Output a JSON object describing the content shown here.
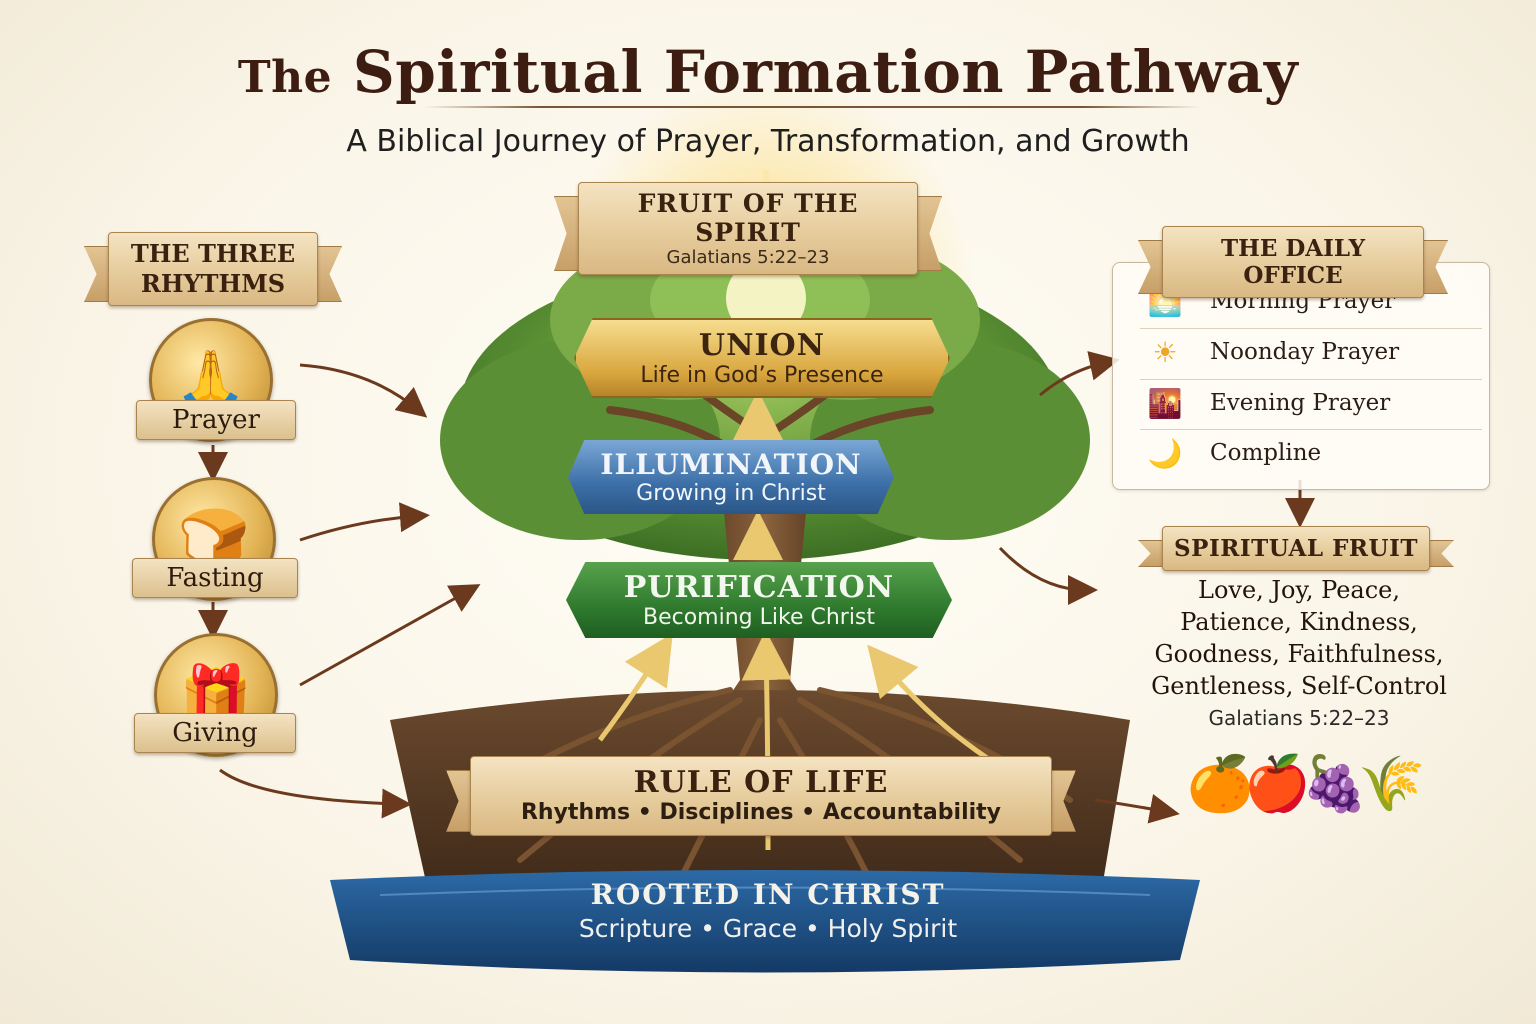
{
  "title": {
    "prefix": "The",
    "main": "Spiritual Formation Pathway"
  },
  "subtitle": "A Biblical Journey of Prayer, Transformation, and Growth",
  "fruit_of_spirit": {
    "title": "FRUIT OF THE SPIRIT",
    "reference": "Galatians 5:22–23"
  },
  "stages": {
    "union": {
      "title": "UNION",
      "subtitle": "Life in God’s Presence"
    },
    "illumination": {
      "title": "ILLUMINATION",
      "subtitle": "Growing in Christ"
    },
    "purification": {
      "title": "PURIFICATION",
      "subtitle": "Becoming Like Christ"
    }
  },
  "three_rhythms": {
    "title_line1": "THE THREE",
    "title_line2": "RHYTHMS",
    "items": [
      "Prayer",
      "Fasting",
      "Giving"
    ],
    "icons": [
      "praying-hands-icon",
      "bowl-and-bread-icon",
      "gift-icon"
    ]
  },
  "daily_office": {
    "title": "THE DAILY OFFICE",
    "items": [
      {
        "label": "Morning Prayer",
        "icon": "sunrise-icon"
      },
      {
        "label": "Noonday Prayer",
        "icon": "sun-icon"
      },
      {
        "label": "Evening Prayer",
        "icon": "sunset-icon"
      },
      {
        "label": "Compline",
        "icon": "moon-icon"
      }
    ]
  },
  "spiritual_fruit": {
    "title": "SPIRITUAL FRUIT",
    "lines": [
      "Love, Joy, Peace,",
      "Patience, Kindness,",
      "Goodness, Faithfulness,",
      "Gentleness, Self-Control"
    ],
    "reference": "Galatians 5:22–23"
  },
  "rule_of_life": {
    "title": "RULE OF LIFE",
    "subtitle": "Rhythms • Disciplines • Accountability"
  },
  "rooted": {
    "title": "ROOTED IN CHRIST",
    "subtitle": "Scripture • Grace • Holy Spirit"
  },
  "colors": {
    "union": "#d9a63e",
    "illumination": "#3c6fa7",
    "purification": "#2f7a2e",
    "banner": "#e6cc9c",
    "water": "#1d4f86"
  }
}
